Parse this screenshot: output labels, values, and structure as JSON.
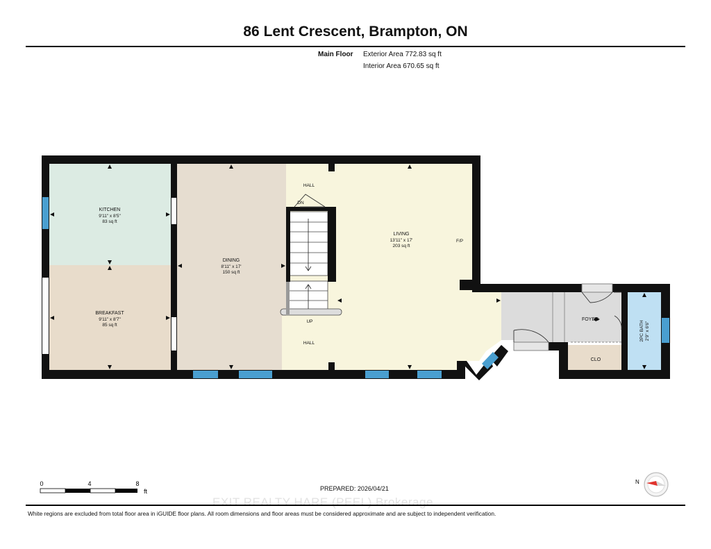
{
  "header": {
    "title": "86 Lent Crescent, Brampton, ON"
  },
  "floor_summary": {
    "floor_name": "Main Floor",
    "exterior_area": "Exterior Area 772.83 sq ft",
    "interior_area": "Interior Area 670.65 sq ft"
  },
  "rooms": {
    "kitchen": {
      "name": "KITCHEN",
      "dims": "9'11\" x 8'5\"",
      "area": "83 sq ft"
    },
    "breakfast": {
      "name": "BREAKFAST",
      "dims": "9'11\" x 8'7\"",
      "area": "85 sq ft"
    },
    "dining": {
      "name": "DINING",
      "dims": "8'11\" x 17'",
      "area": "150 sq ft"
    },
    "living": {
      "name": "LIVING",
      "dims": "13'11\" x 17'",
      "area": "203 sq ft"
    },
    "foyer": {
      "name": "FOYER"
    },
    "clo": {
      "name": "CLO"
    },
    "bath": {
      "name": "2PC BATH",
      "dims": "2'9\" x 6'6\""
    }
  },
  "labels": {
    "hall_top": "HALL",
    "hall_bottom": "HALL",
    "stairs_down": "DN",
    "stairs_up": "UP",
    "fireplace": "F/P"
  },
  "scale_bar": {
    "ticks": [
      "0",
      "4",
      "8"
    ],
    "unit": "ft"
  },
  "prepared": "PREPARED: 2026/04/21",
  "watermark": "EXIT REALTY HARE (PEEL) Brokerage",
  "disclaimer": "White regions are excluded from total floor area in iGUIDE floor plans. All room dimensions and floor areas must be considered approximate and are subject to independent verification.",
  "compass": {
    "label": "N"
  },
  "colors": {
    "kitchen": "#dcebe3",
    "breakfast": "#e8dccb",
    "dining": "#e6ddd0",
    "living": "#f8f5dd",
    "foyer": "#dcdcdc",
    "clo": "#e8dccb",
    "bath": "#bfe0f3",
    "wall": "#111111",
    "window": "#4a9fd0",
    "compass_red": "#e0342e"
  }
}
